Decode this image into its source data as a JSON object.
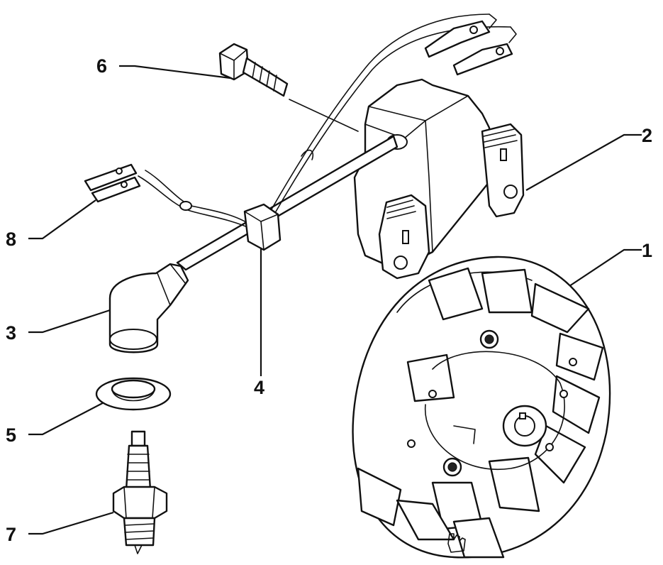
{
  "diagram": {
    "labels": [
      {
        "id": "callout-1",
        "text": "1"
      },
      {
        "id": "callout-2",
        "text": "2"
      },
      {
        "id": "callout-3",
        "text": "3"
      },
      {
        "id": "callout-4",
        "text": "4"
      },
      {
        "id": "callout-5",
        "text": "5"
      },
      {
        "id": "callout-6",
        "text": "6"
      },
      {
        "id": "callout-7",
        "text": "7"
      },
      {
        "id": "callout-8",
        "text": "8"
      }
    ]
  }
}
